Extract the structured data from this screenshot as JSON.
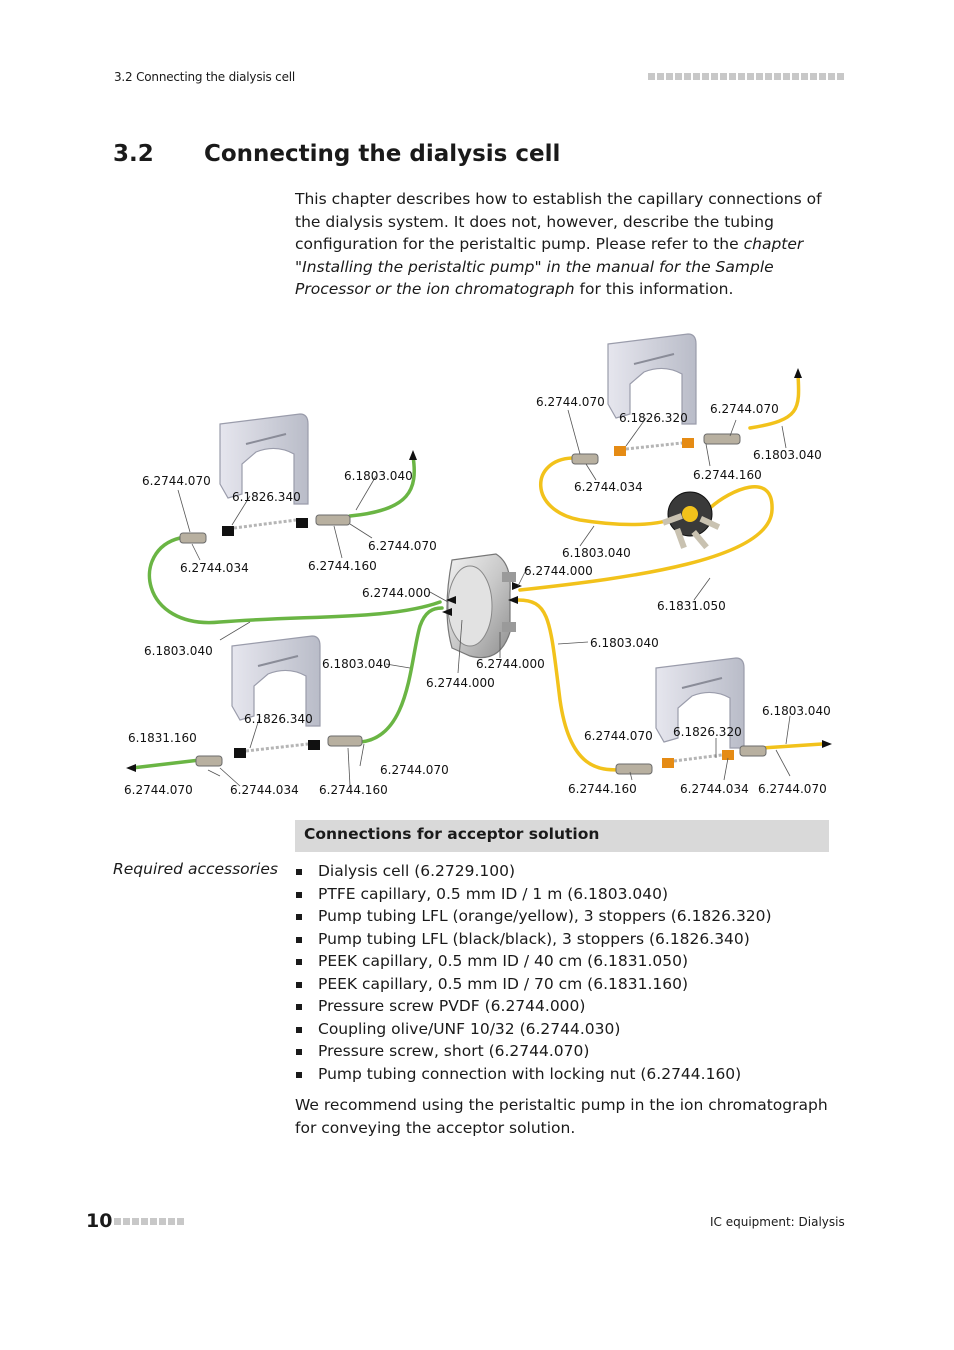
{
  "header": {
    "section_ref": "3.2 Connecting the dialysis cell"
  },
  "section": {
    "number": "3.2",
    "title": "Connecting the dialysis cell"
  },
  "intro": {
    "text_before": "This chapter describes how to establish the capillary connections of the dialysis system. It does not, however, describe the tubing configuration for the peristaltic pump. Please refer to the ",
    "italic": "chapter \"Installing the peristaltic pump\" in the manual for the Sample Processor or the ion chromatograph",
    "text_after": " for this information."
  },
  "figure": {
    "colors": {
      "green": "#6ab544",
      "yellow": "#f2c21b",
      "orange": "#e58b14",
      "black": "#111111"
    },
    "icon_names": [
      "dialysis-cell-icon",
      "pump-cassette-icon",
      "valve-icon",
      "arrow-icon"
    ],
    "labels": [
      "6.2744.070",
      "6.1826.340",
      "6.1803.040",
      "6.2744.034",
      "6.2744.160",
      "6.2744.070",
      "6.2744.000",
      "6.1803.040",
      "6.1803.040",
      "6.2744.000",
      "6.2744.000",
      "6.1826.340",
      "6.1831.160",
      "6.2744.070",
      "6.2744.070",
      "6.2744.034",
      "6.2744.160",
      "6.2744.070",
      "6.1826.320",
      "6.2744.070",
      "6.1803.040",
      "6.2744.034",
      "6.2744.160",
      "6.1803.040",
      "6.2744.000",
      "6.1831.050",
      "6.1803.040",
      "6.1803.040",
      "6.2744.070",
      "6.1826.320",
      "6.2744.160",
      "6.2744.034",
      "6.2744.070"
    ]
  },
  "band": {
    "title": "Connections for acceptor solution"
  },
  "required_label": "Required accessories",
  "accessories": [
    "Dialysis cell (6.2729.100)",
    "PTFE capillary, 0.5 mm ID / 1 m (6.1803.040)",
    "Pump tubing LFL (orange/yellow), 3 stoppers (6.1826.320)",
    "Pump tubing LFL (black/black), 3 stoppers (6.1826.340)",
    "PEEK capillary, 0.5 mm ID / 40 cm (6.1831.050)",
    "PEEK capillary, 0.5 mm ID / 70 cm (6.1831.160)",
    "Pressure screw PVDF (6.2744.000)",
    "Coupling olive/UNF 10/32 (6.2744.030)",
    "Pressure screw, short (6.2744.070)",
    "Pump tubing connection with locking nut (6.2744.160)"
  ],
  "recommendation": "We recommend using the peristaltic pump in the ion chromatograph for conveying the acceptor solution.",
  "footer": {
    "page_number": "10",
    "doc_title": "IC equipment: Dialysis"
  }
}
